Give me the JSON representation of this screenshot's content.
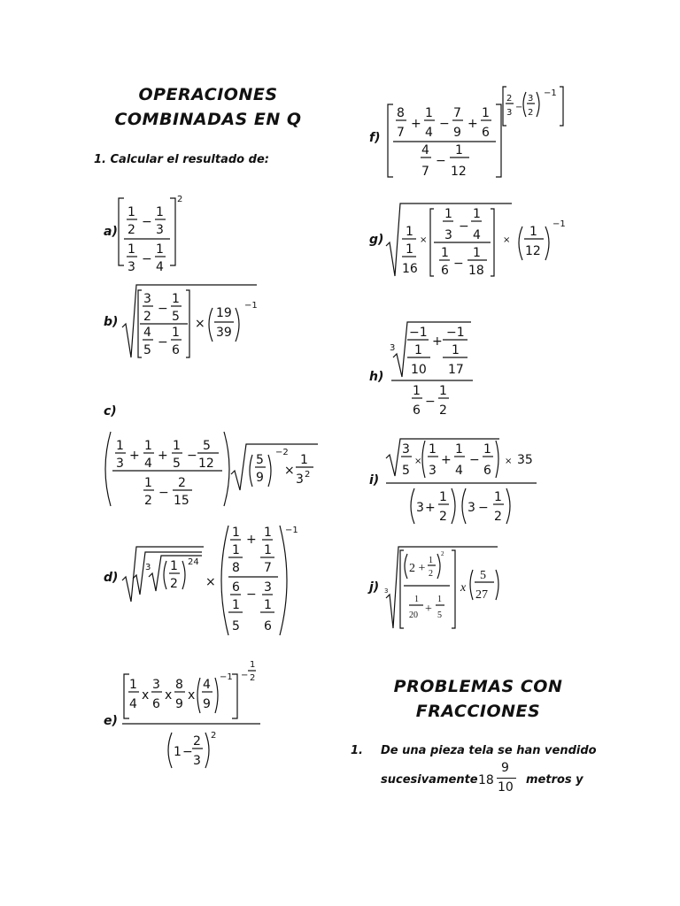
{
  "title_left": {
    "line1": "OPERACIONES",
    "line2": "COMBINADAS EN Q"
  },
  "instruction": {
    "num": "1",
    "text": ". Calcular el resultado de:"
  },
  "exercise_labels": {
    "a": "a)",
    "b": "b)",
    "c": "c)",
    "d": "d)",
    "e": "e)",
    "f": "f)",
    "g": "g)",
    "h": "h)",
    "i": "i)",
    "j": "j)"
  },
  "title_right": {
    "line1": "PROBLEMAS CON",
    "line2": "FRACCIONES"
  },
  "problem": {
    "num": "1.",
    "line1": "De una pieza  tela se han vendido",
    "line2_start": "sucesivamente",
    "mixed_whole": "18",
    "mixed_num": "9",
    "mixed_den": "10",
    "line2_end": "metros  y"
  }
}
